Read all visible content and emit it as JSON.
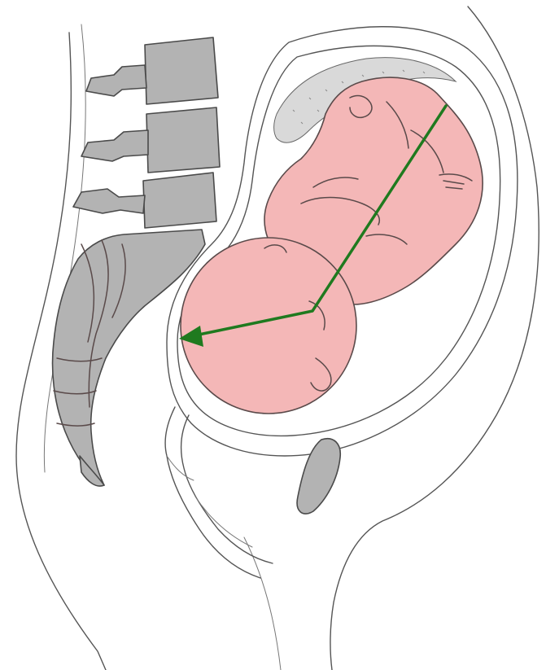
{
  "diagram": {
    "labels": [],
    "colors": {
      "bone": "#b3b3b3",
      "fetus": "#f4b7b7",
      "placenta": "#d9d9d9",
      "axis_arrow": "#1f7a1f",
      "outline": "#555555",
      "background": "#ffffff"
    },
    "parts": [
      "lumbar-vertebra",
      "sacrum",
      "coccyx",
      "uterus",
      "placenta",
      "fetus-body",
      "fetal-head",
      "pubic-symphysis",
      "birth-canal-axis-arrow"
    ]
  }
}
